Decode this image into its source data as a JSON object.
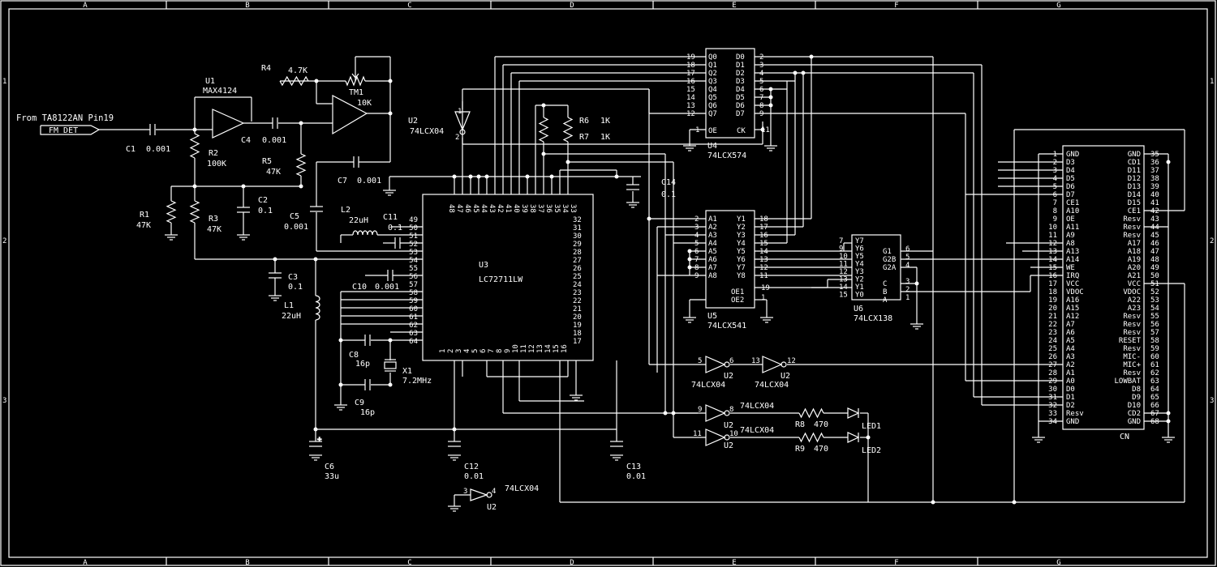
{
  "frame": {
    "columns": [
      "A",
      "B",
      "C",
      "D",
      "E",
      "F",
      "G"
    ],
    "rows": [
      "1",
      "2",
      "3"
    ]
  },
  "input": {
    "source": "From TA8122AN Pin19",
    "net": "FM DET"
  },
  "parts": {
    "U1": {
      "ref": "U1",
      "value": "MAX4124"
    },
    "TM1": {
      "ref": "TM1",
      "value": "10K"
    },
    "R1": {
      "ref": "R1",
      "value": "47K"
    },
    "R2": {
      "ref": "R2",
      "value": "100K"
    },
    "R3": {
      "ref": "R3",
      "value": "47K"
    },
    "R4": {
      "ref": "R4",
      "value": "4.7K"
    },
    "R5": {
      "ref": "R5",
      "value": "47K"
    },
    "R6": {
      "ref": "R6",
      "value": "1K"
    },
    "R7": {
      "ref": "R7",
      "value": "1K"
    },
    "R8": {
      "ref": "R8",
      "value": "470"
    },
    "R9": {
      "ref": "R9",
      "value": "470"
    },
    "C1": {
      "ref": "C1",
      "value": "0.001"
    },
    "C2": {
      "ref": "C2",
      "value": "0.1"
    },
    "C3": {
      "ref": "C3",
      "value": "0.1"
    },
    "C4": {
      "ref": "C4",
      "value": "0.001"
    },
    "C5": {
      "ref": "C5",
      "value": "0.001"
    },
    "C6": {
      "ref": "C6",
      "value": "33u"
    },
    "C7": {
      "ref": "C7",
      "value": "0.001"
    },
    "C8": {
      "ref": "C8",
      "value": "16p"
    },
    "C9": {
      "ref": "C9",
      "value": "16p"
    },
    "C10": {
      "ref": "C10",
      "value": "0.001"
    },
    "C11": {
      "ref": "C11",
      "value": "0.1"
    },
    "C12": {
      "ref": "C12",
      "value": "0.01"
    },
    "C13": {
      "ref": "C13",
      "value": "0.01"
    },
    "C14": {
      "ref": "C14",
      "value": "0.1"
    },
    "L1": {
      "ref": "L1",
      "value": "22uH"
    },
    "L2": {
      "ref": "L2",
      "value": "22uH"
    },
    "X1": {
      "ref": "X1",
      "value": "7.2MHz"
    },
    "U3": {
      "ref": "U3",
      "value": "LC72711LW"
    },
    "U4": {
      "ref": "U4",
      "value": "74LCX574"
    },
    "U5": {
      "ref": "U5",
      "value": "74LCX541"
    },
    "U6": {
      "ref": "U6",
      "value": "74LCX138"
    },
    "U2": {
      "ref": "U2",
      "value": "74LCX04"
    },
    "LED1": {
      "ref": "LED1"
    },
    "LED2": {
      "ref": "LED2"
    },
    "CN": {
      "ref": "CN"
    }
  },
  "u3": {
    "left_pins": [
      "49",
      "50",
      "51",
      "52",
      "53",
      "54",
      "55",
      "56",
      "57",
      "58",
      "59",
      "60",
      "61",
      "62",
      "63",
      "64"
    ],
    "right_pins": [
      "32",
      "31",
      "30",
      "29",
      "28",
      "27",
      "26",
      "25",
      "24",
      "23",
      "22",
      "21",
      "20",
      "19",
      "18",
      "17"
    ],
    "top_pins": [
      "48",
      "47",
      "46",
      "45",
      "44",
      "43",
      "42",
      "41",
      "40",
      "39",
      "38",
      "37",
      "36",
      "35",
      "34",
      "33"
    ],
    "bottom_pins": [
      "1",
      "2",
      "3",
      "4",
      "5",
      "6",
      "7",
      "8",
      "9",
      "10",
      "11",
      "12",
      "13",
      "14",
      "15",
      "16"
    ]
  },
  "u4": {
    "left": [
      [
        "19",
        "Q0"
      ],
      [
        "18",
        "Q1"
      ],
      [
        "17",
        "Q2"
      ],
      [
        "16",
        "Q3"
      ],
      [
        "15",
        "Q4"
      ],
      [
        "14",
        "Q5"
      ],
      [
        "13",
        "Q6"
      ],
      [
        "12",
        "Q7"
      ]
    ],
    "right": [
      [
        "D0",
        "2"
      ],
      [
        "D1",
        "3"
      ],
      [
        "D2",
        "4"
      ],
      [
        "D3",
        "5"
      ],
      [
        "D4",
        "6"
      ],
      [
        "D5",
        "7"
      ],
      [
        "D6",
        "8"
      ],
      [
        "D7",
        "9"
      ]
    ],
    "oe": [
      "1",
      "OE"
    ],
    "ck": [
      "CK",
      "11"
    ]
  },
  "u5": {
    "left": [
      [
        "2",
        "A1"
      ],
      [
        "3",
        "A2"
      ],
      [
        "4",
        "A3"
      ],
      [
        "5",
        "A4"
      ],
      [
        "6",
        "A5"
      ],
      [
        "7",
        "A6"
      ],
      [
        "8",
        "A7"
      ],
      [
        "9",
        "A8"
      ]
    ],
    "right": [
      [
        "Y1",
        "18"
      ],
      [
        "Y2",
        "17"
      ],
      [
        "Y3",
        "16"
      ],
      [
        "Y4",
        "15"
      ],
      [
        "Y5",
        "14"
      ],
      [
        "Y6",
        "13"
      ],
      [
        "Y7",
        "12"
      ],
      [
        "Y8",
        "11"
      ]
    ],
    "oe": [
      [
        "OE1",
        "19"
      ],
      [
        "OE2",
        "1"
      ]
    ]
  },
  "u6": {
    "left": [
      [
        "7",
        "Y7"
      ],
      [
        "9",
        "Y6"
      ],
      [
        "10",
        "Y5"
      ],
      [
        "11",
        "Y4"
      ],
      [
        "12",
        "Y3"
      ],
      [
        "13",
        "Y2"
      ],
      [
        "14",
        "Y1"
      ],
      [
        "15",
        "Y0"
      ]
    ],
    "right": [
      [
        "G1",
        "6"
      ],
      [
        "G2B",
        "5"
      ],
      [
        "G2A",
        "4"
      ],
      [
        "C",
        "3"
      ],
      [
        "B",
        "2"
      ],
      [
        "A",
        "1"
      ]
    ]
  },
  "u2_gates": [
    {
      "in": "1",
      "out": "2",
      "label": "74LCX04",
      "ref": "U2"
    },
    {
      "in": "5",
      "out": "6",
      "label": "74LCX04",
      "ref": "U2"
    },
    {
      "in": "13",
      "out": "12",
      "label": "74LCX04",
      "ref": "U2"
    },
    {
      "in": "9",
      "out": "8",
      "label": "74LCX04",
      "ref": "U2"
    },
    {
      "in": "11",
      "out": "10",
      "label": "74LCX04",
      "ref": "U2"
    },
    {
      "in": "3",
      "out": "4",
      "label": "74LCX04",
      "ref": "U2"
    }
  ],
  "cn": {
    "left_pins": [
      "1",
      "2",
      "3",
      "4",
      "5",
      "6",
      "7",
      "8",
      "9",
      "10",
      "11",
      "12",
      "13",
      "14",
      "15",
      "16",
      "17",
      "18",
      "19",
      "20",
      "21",
      "22",
      "23",
      "24",
      "25",
      "26",
      "27",
      "28",
      "29",
      "30",
      "31",
      "32",
      "33",
      "34"
    ],
    "left_labels": [
      "GND",
      "D3",
      "D4",
      "D5",
      "D6",
      "D7",
      "CE1",
      "A10",
      "OE",
      "A11",
      "A9",
      "A8",
      "A13",
      "A14",
      "WE",
      "IRQ",
      "VCC",
      "VDOC",
      "A16",
      "A15",
      "A12",
      "A7",
      "A6",
      "A5",
      "A4",
      "A3",
      "A2",
      "A1",
      "A0",
      "D0",
      "D1",
      "D2",
      "Resv",
      "GND"
    ],
    "right_labels": [
      "GND",
      "CD1",
      "D11",
      "D12",
      "D13",
      "D14",
      "D15",
      "CE1",
      "Resv",
      "Resv",
      "Resv",
      "A17",
      "A18",
      "A19",
      "A20",
      "A21",
      "VCC",
      "VDOC",
      "A22",
      "A23",
      "Resv",
      "Resv",
      "Resv",
      "RESET",
      "Resv",
      "MIC-",
      "MIC+",
      "Resv",
      "LOWBAT",
      "D8",
      "D9",
      "D10",
      "CD2",
      "GND"
    ],
    "right_pins": [
      "35",
      "36",
      "37",
      "38",
      "39",
      "40",
      "41",
      "42",
      "43",
      "44",
      "45",
      "46",
      "47",
      "48",
      "49",
      "50",
      "51",
      "52",
      "53",
      "54",
      "55",
      "56",
      "57",
      "58",
      "59",
      "60",
      "61",
      "62",
      "63",
      "64",
      "65",
      "66",
      "67",
      "68"
    ]
  },
  "colors": {
    "background": "#000000",
    "ink": "#ffffff"
  }
}
